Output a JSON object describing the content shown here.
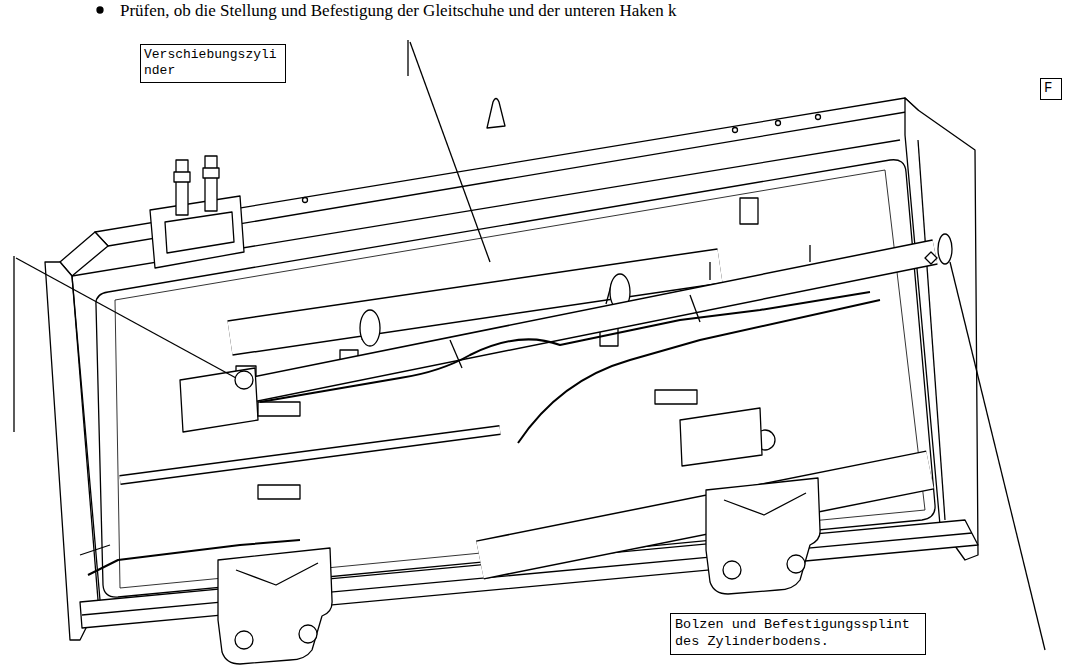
{
  "diagram": {
    "nodes": [
      {
        "text": [
          "Verschiebungszylinder"
        ]
      },
      {
        "text": [
          "F"
        ]
      },
      {
        "text": [
          "Bolzen und Befestigungssplint des Zylinderbodens."
        ]
      }
    ],
    "labels": [
      "Prüfen, ob die Stellung und Befestigung der Gleitschuhe und der unteren Haken k"
    ]
  }
}
